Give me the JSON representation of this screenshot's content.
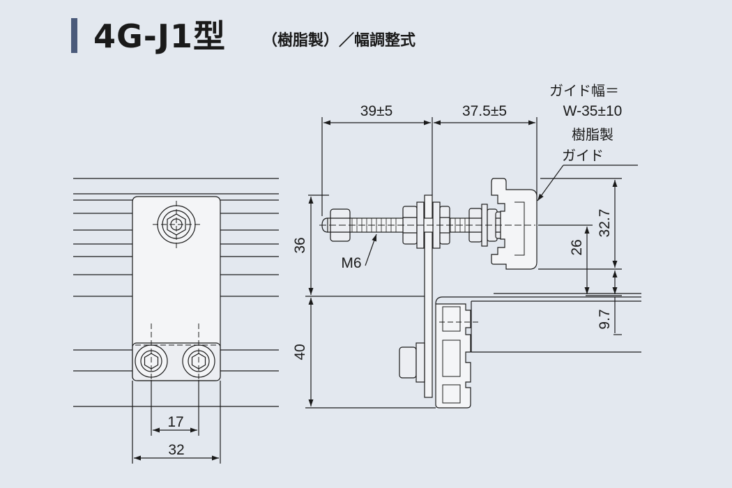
{
  "title": {
    "model": "4G-J1型",
    "subtitle": "（樹脂製）／幅調整式"
  },
  "labels": {
    "guide_width_line1": "ガイド幅＝",
    "guide_width_line2": "W-35±10",
    "resin_guide_line1": "樹脂製",
    "resin_guide_line2": "ガイド",
    "bolt": "M6"
  },
  "dimensions": {
    "d_39": "39±5",
    "d_37_5": "37.5±5",
    "d_36": "36",
    "d_40": "40",
    "d_32_7": "32.7",
    "d_26": "26",
    "d_9_7": "9.7",
    "d_17": "17",
    "d_32": "32"
  },
  "colors": {
    "background": "#e3e8ef",
    "line": "#1a1a1a",
    "title_bar": "#4a5a7a",
    "part_fill": "#f4f5f7"
  }
}
